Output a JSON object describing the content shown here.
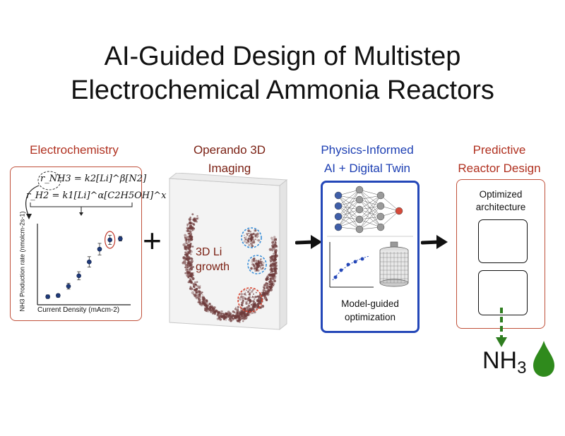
{
  "title": {
    "line1": "AI-Guided Design of Multistep",
    "line2": "Electrochemical Ammonia Reactors"
  },
  "electrochemistry": {
    "heading": "Electrochemistry",
    "eq1": "r_NH3 = k2[Li]^β[N2]",
    "eq2": "r_H2 = k1[Li]^α[C2H5OH]^x",
    "ylabel": "NH3 Production rate (nmolcm-2s-1)",
    "xlabel": "Current Density (mAcm-2)"
  },
  "chart_data": {
    "type": "scatter",
    "title": "",
    "xlabel": "Current Density (mAcm-2)",
    "ylabel": "NH3 Production rate (nmolcm-2s-1)",
    "x": [
      1,
      2,
      3,
      4,
      5,
      6,
      7,
      8
    ],
    "y": [
      0.7,
      0.8,
      1.6,
      2.5,
      3.7,
      4.8,
      5.6,
      5.7
    ],
    "err": [
      0.15,
      0.15,
      0.25,
      0.35,
      0.45,
      0.5,
      0.4,
      0.2
    ],
    "highlighted_index": 6,
    "xlim": [
      0,
      9
    ],
    "ylim": [
      0,
      7
    ],
    "grid": false
  },
  "plus_sign": "+",
  "operando": {
    "heading_line1": "Operando 3D",
    "heading_line2": "Imaging",
    "label_line1": "3D Li",
    "label_line2": "growth"
  },
  "physics": {
    "heading_line1": "Physics-Informed",
    "heading_line2": "AI + Digital Twin",
    "caption_line1": "Model-guided",
    "caption_line2": "optimization"
  },
  "reactor": {
    "heading_line1": "Predictive",
    "heading_line2": "Reactor Design",
    "box_label_line1": "Optimized",
    "box_label_line2": "architecture"
  },
  "product": {
    "text": "NH",
    "subscript": "3"
  },
  "colors": {
    "red_accent": "#b0301f",
    "blue_accent": "#2447b8",
    "green_arrow": "#2e7d1f",
    "droplet": "#2f8a1c",
    "li_growth": "#6e3b3b"
  }
}
